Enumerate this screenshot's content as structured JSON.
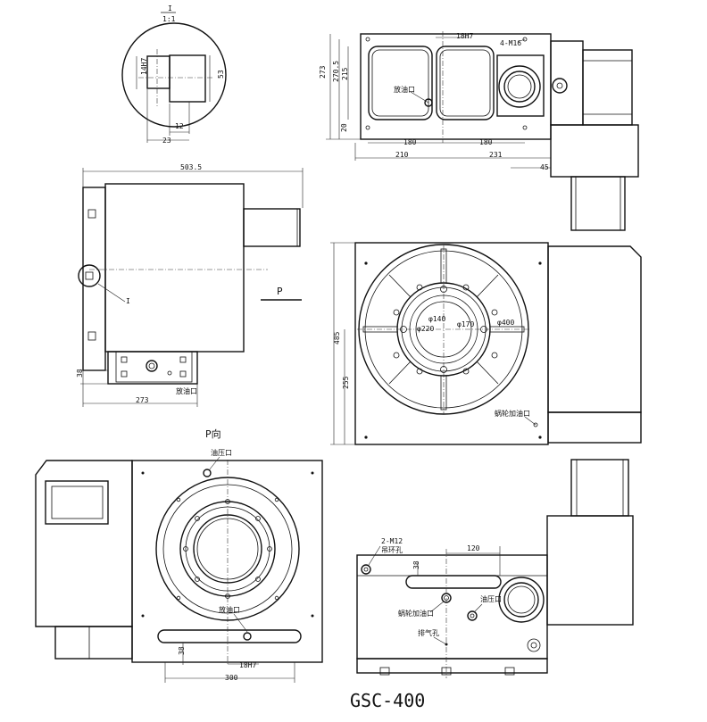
{
  "drawing": {
    "title": "GSC-400",
    "detail_view": {
      "label": "I",
      "scale": "1:1",
      "dims": [
        "14H7",
        "53",
        "12",
        "23"
      ]
    },
    "top_view": {
      "dims": [
        "273",
        "270.5",
        "215",
        "20",
        "18H7",
        "180",
        "180",
        "210",
        "231",
        "45"
      ],
      "notes": {
        "tapped_holes": "4-M16",
        "oil_drain": "放油口"
      }
    },
    "side_view": {
      "dims": [
        "503.5",
        "38",
        "273"
      ],
      "notes": {
        "detail_ref": "I",
        "view_ref": "P",
        "oil_drain": "放油口"
      }
    },
    "front_view": {
      "dims": [
        "485",
        "255"
      ],
      "diameters": [
        "φ140",
        "φ170",
        "φ220",
        "φ400"
      ],
      "notes": {
        "grease_fill": "蜗轮加油口"
      }
    },
    "p_view": {
      "label": "P向",
      "dims": [
        "38",
        "18H7",
        "300"
      ],
      "notes": {
        "oil_pressure": "油压口",
        "oil_drain": "放油口"
      }
    },
    "bottom_view": {
      "dims": [
        "120",
        "38"
      ],
      "notes": {
        "lift_holes": "2-M12",
        "lift_holes_sub": "吊环孔",
        "grease_fill": "蜗轮加油口",
        "oil_pressure": "油压口",
        "exhaust": "排气孔"
      }
    }
  }
}
